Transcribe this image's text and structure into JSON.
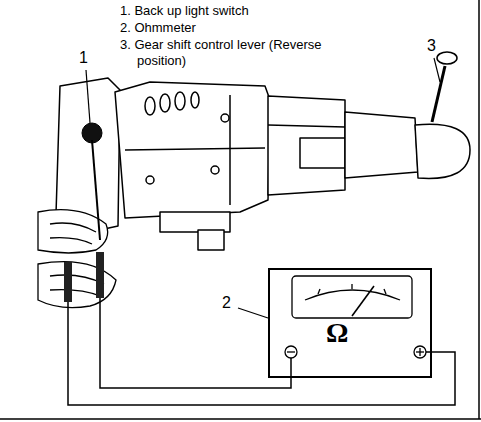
{
  "diagram": {
    "nodes": [
      {
        "text": [
          "Ω"
        ]
      }
    ],
    "labels": [
      "1. Back up light switch",
      "2. Ohmmeter",
      "3. Gear shift control lever (Reverse position)",
      "1",
      "3",
      "2"
    ]
  }
}
